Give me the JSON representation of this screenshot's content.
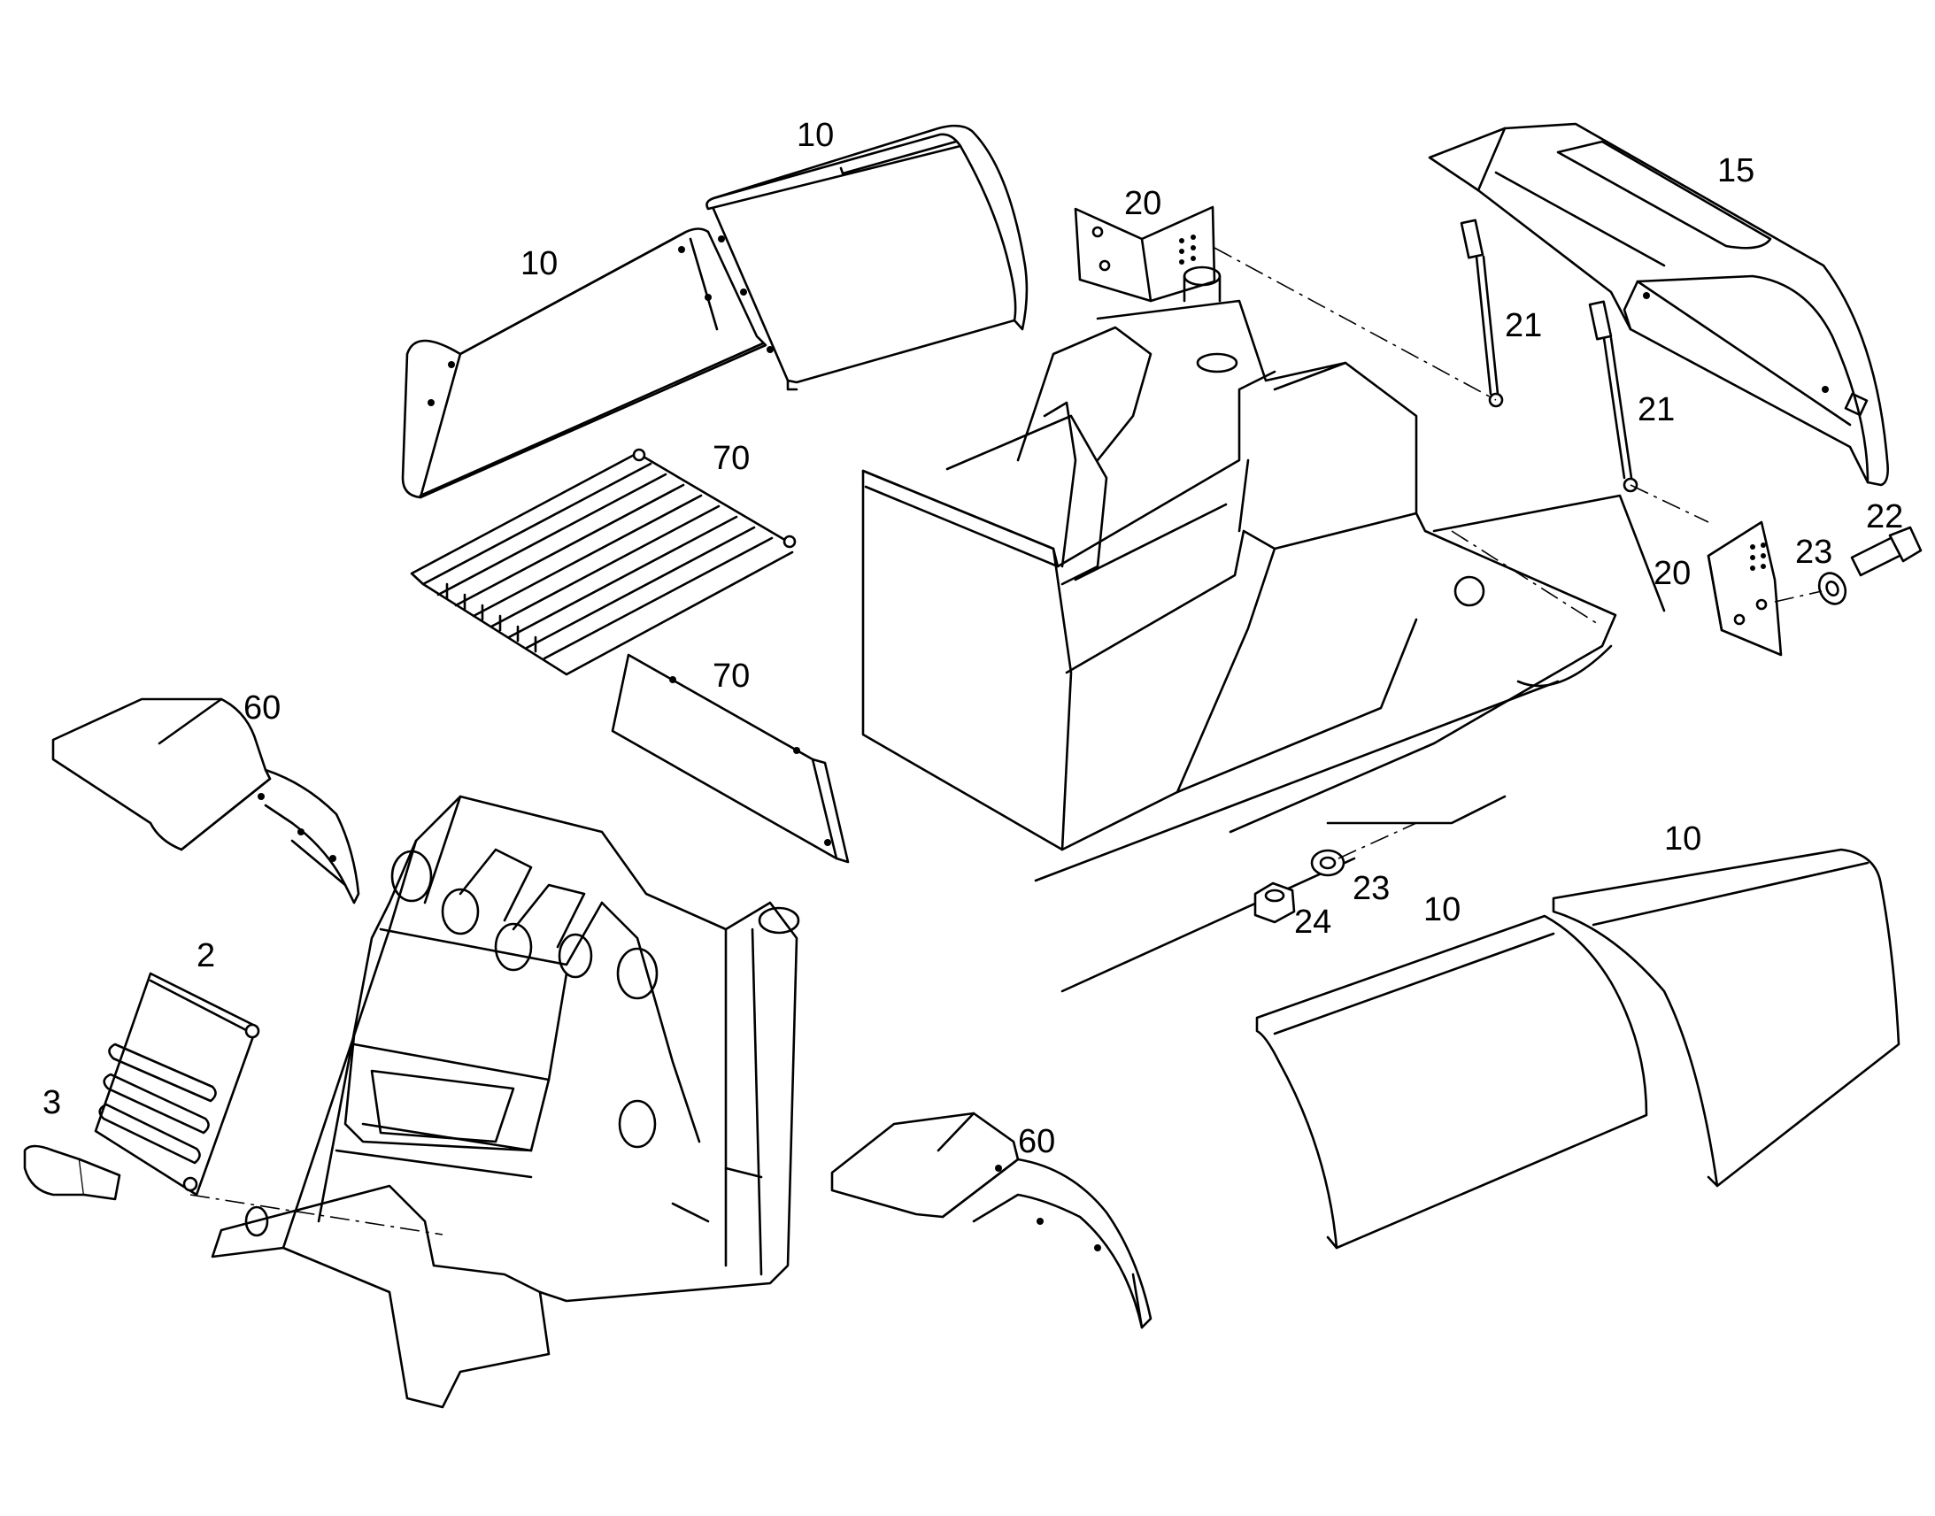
{
  "callouts": [
    {
      "id": "c10a",
      "text": "10"
    },
    {
      "id": "c10b",
      "text": "10"
    },
    {
      "id": "c20a",
      "text": "20"
    },
    {
      "id": "c15",
      "text": "15"
    },
    {
      "id": "c21a",
      "text": "21"
    },
    {
      "id": "c21b",
      "text": "21"
    },
    {
      "id": "c70a",
      "text": "70"
    },
    {
      "id": "c22",
      "text": "22"
    },
    {
      "id": "c23a",
      "text": "23"
    },
    {
      "id": "c20b",
      "text": "20"
    },
    {
      "id": "c70b",
      "text": "70"
    },
    {
      "id": "c60a",
      "text": "60"
    },
    {
      "id": "c10c",
      "text": "10"
    },
    {
      "id": "c23b",
      "text": "23"
    },
    {
      "id": "c24",
      "text": "24"
    },
    {
      "id": "c10d",
      "text": "10"
    },
    {
      "id": "c2",
      "text": "2"
    },
    {
      "id": "c3",
      "text": "3"
    },
    {
      "id": "c60b",
      "text": "60"
    }
  ]
}
